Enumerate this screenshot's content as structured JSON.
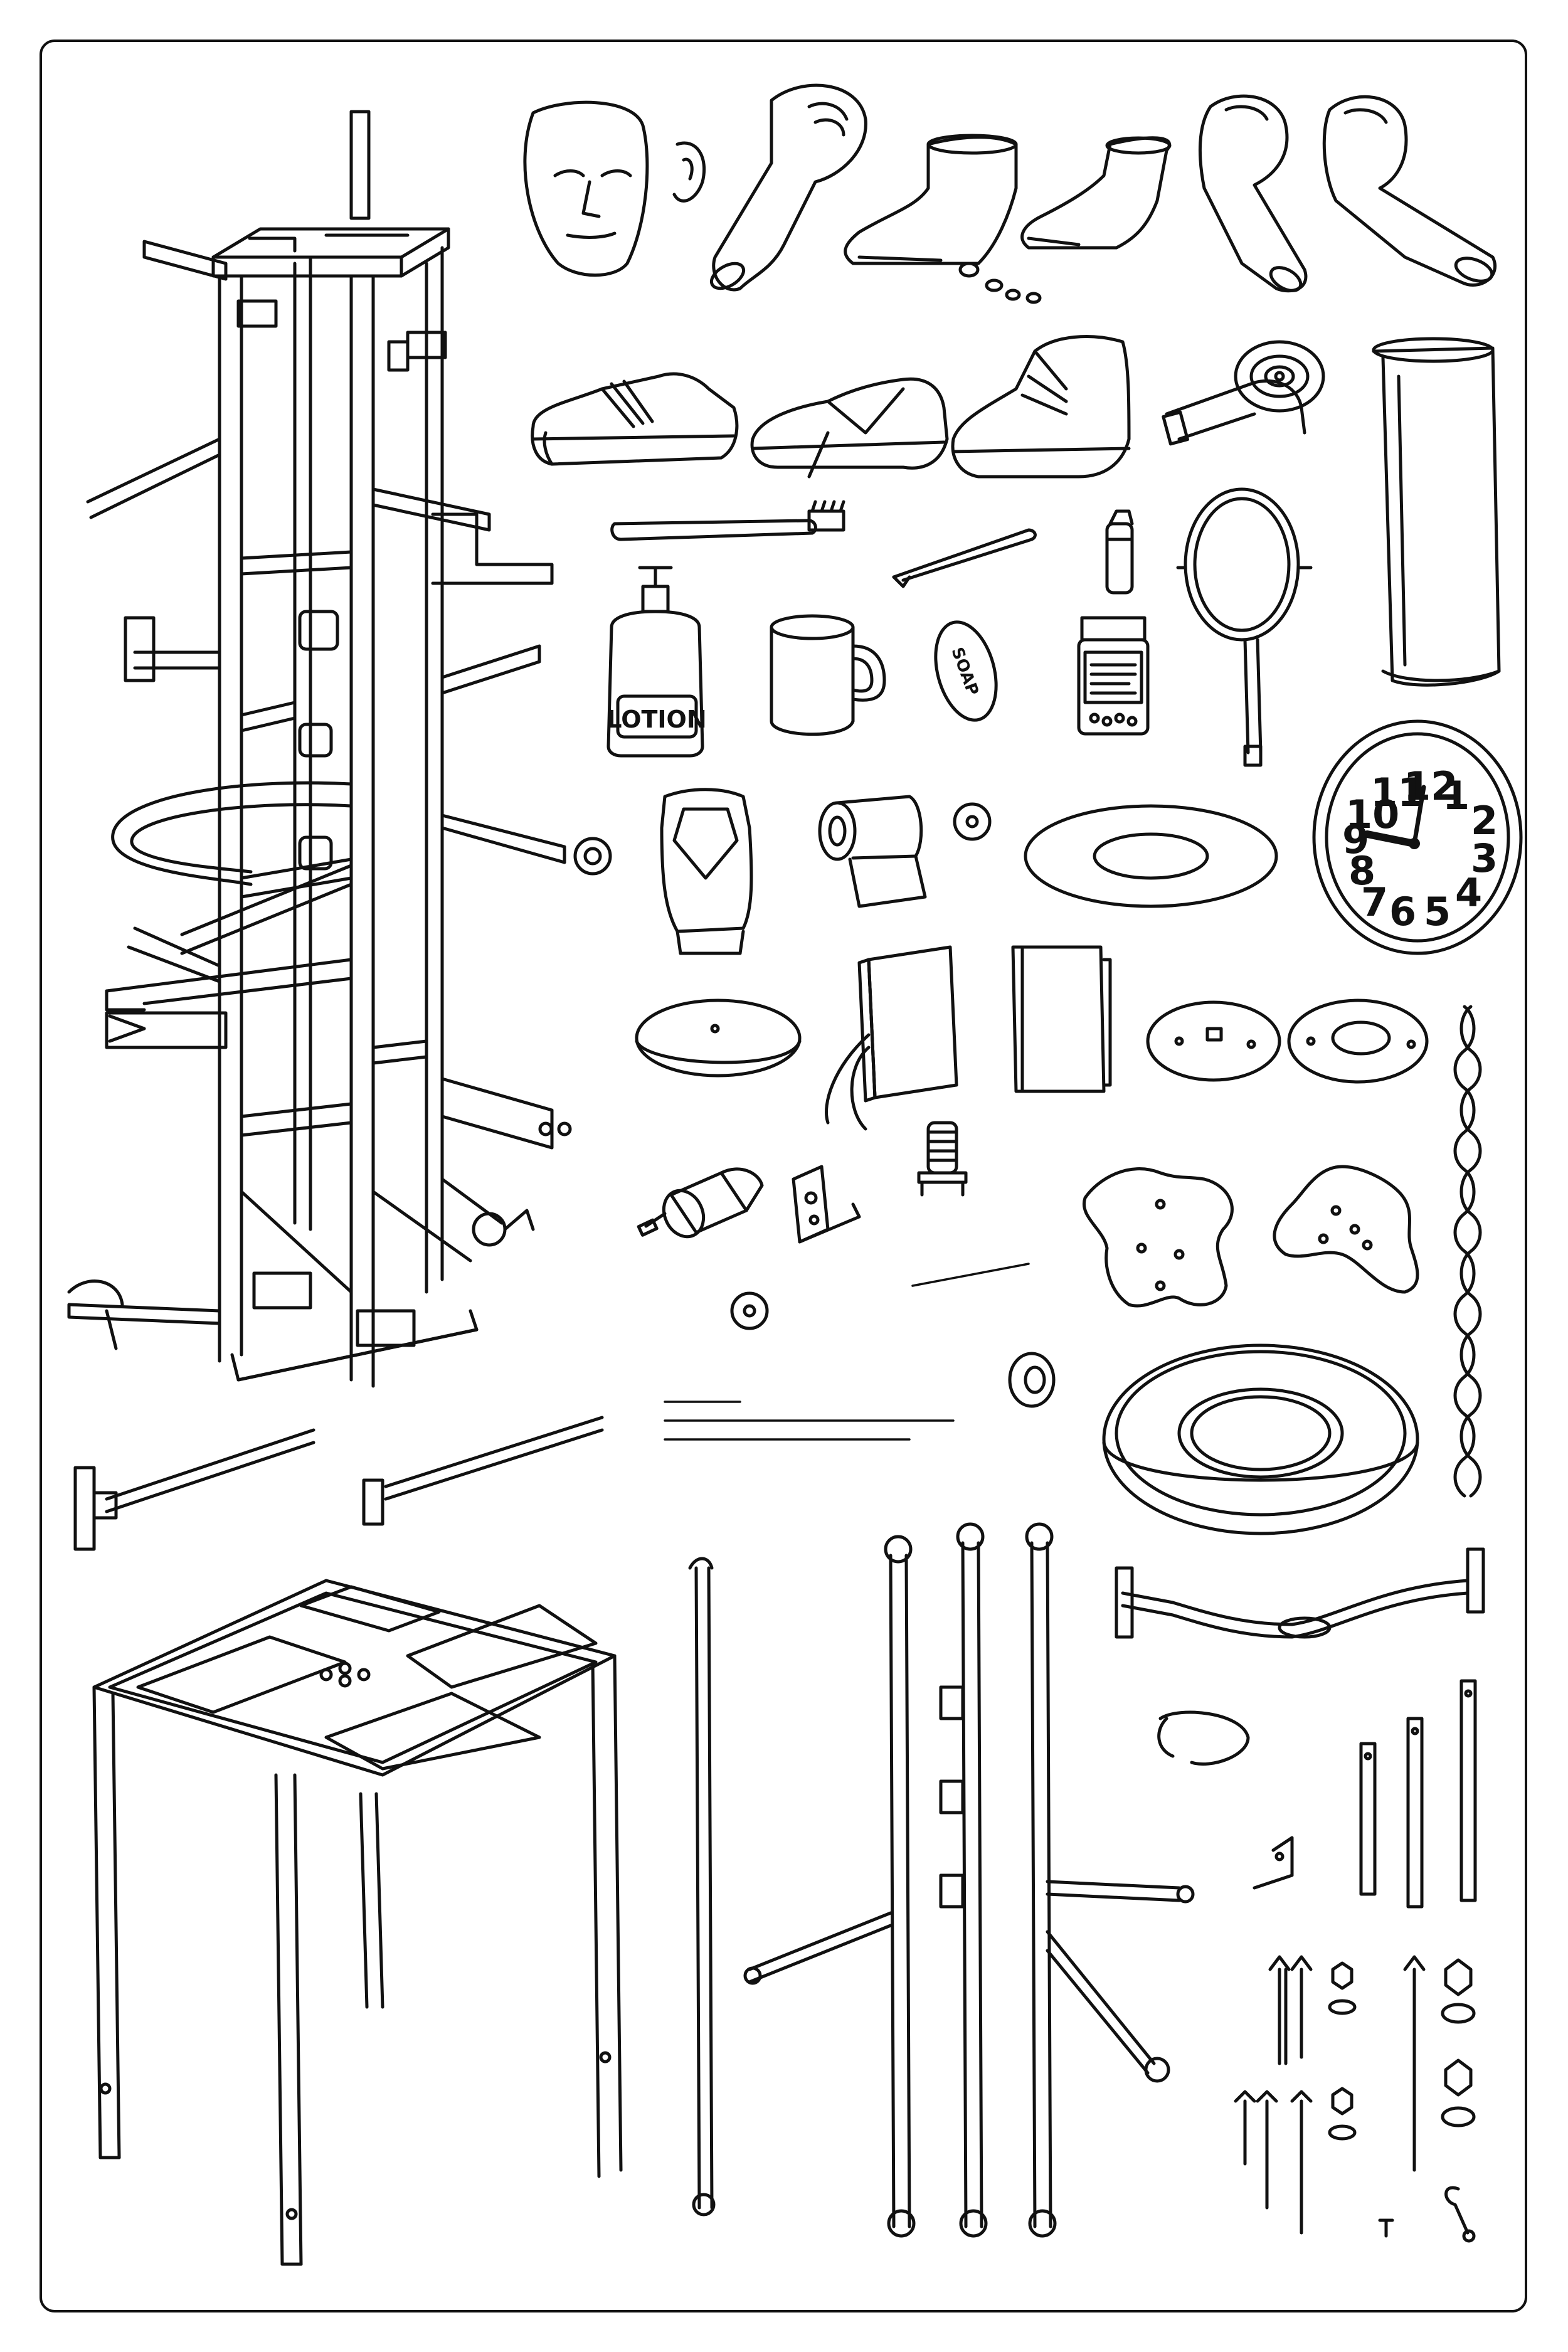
{
  "labels": {
    "lotion": "LOTION",
    "soap": "SOAP"
  },
  "clock": {
    "numerals": [
      "12",
      "1",
      "2",
      "3",
      "4",
      "5",
      "6",
      "7",
      "8",
      "9",
      "10",
      "11"
    ]
  },
  "colors": {
    "ink": "#111111",
    "paper": "#ffffff"
  },
  "items": [
    "tower-frame",
    "mannequin-face",
    "ear",
    "hand-forearm",
    "foot",
    "toes",
    "canvas-sneaker",
    "oxford-shoe",
    "ankle-boot",
    "tape-measure",
    "fabric-roll",
    "toothbrush",
    "tweezers",
    "lighter",
    "hand-mirror",
    "lotion-bottle",
    "mug",
    "soap-bar",
    "pill-bottle",
    "wall-clock",
    "ketchup-bottle",
    "toilet-paper-roll",
    "washer",
    "plate",
    "notebook",
    "sketchbook",
    "round-board",
    "flange-plate",
    "star-plate",
    "chain",
    "motor",
    "bracket",
    "spring-pin",
    "threaded-rods",
    "wheel",
    "turntable-bearing",
    "t-bars",
    "stool-frame",
    "vertical-rods",
    "curved-handle-bar",
    "wire-loop",
    "flat-bars",
    "bolts",
    "nuts",
    "washers",
    "hook",
    "screw"
  ]
}
